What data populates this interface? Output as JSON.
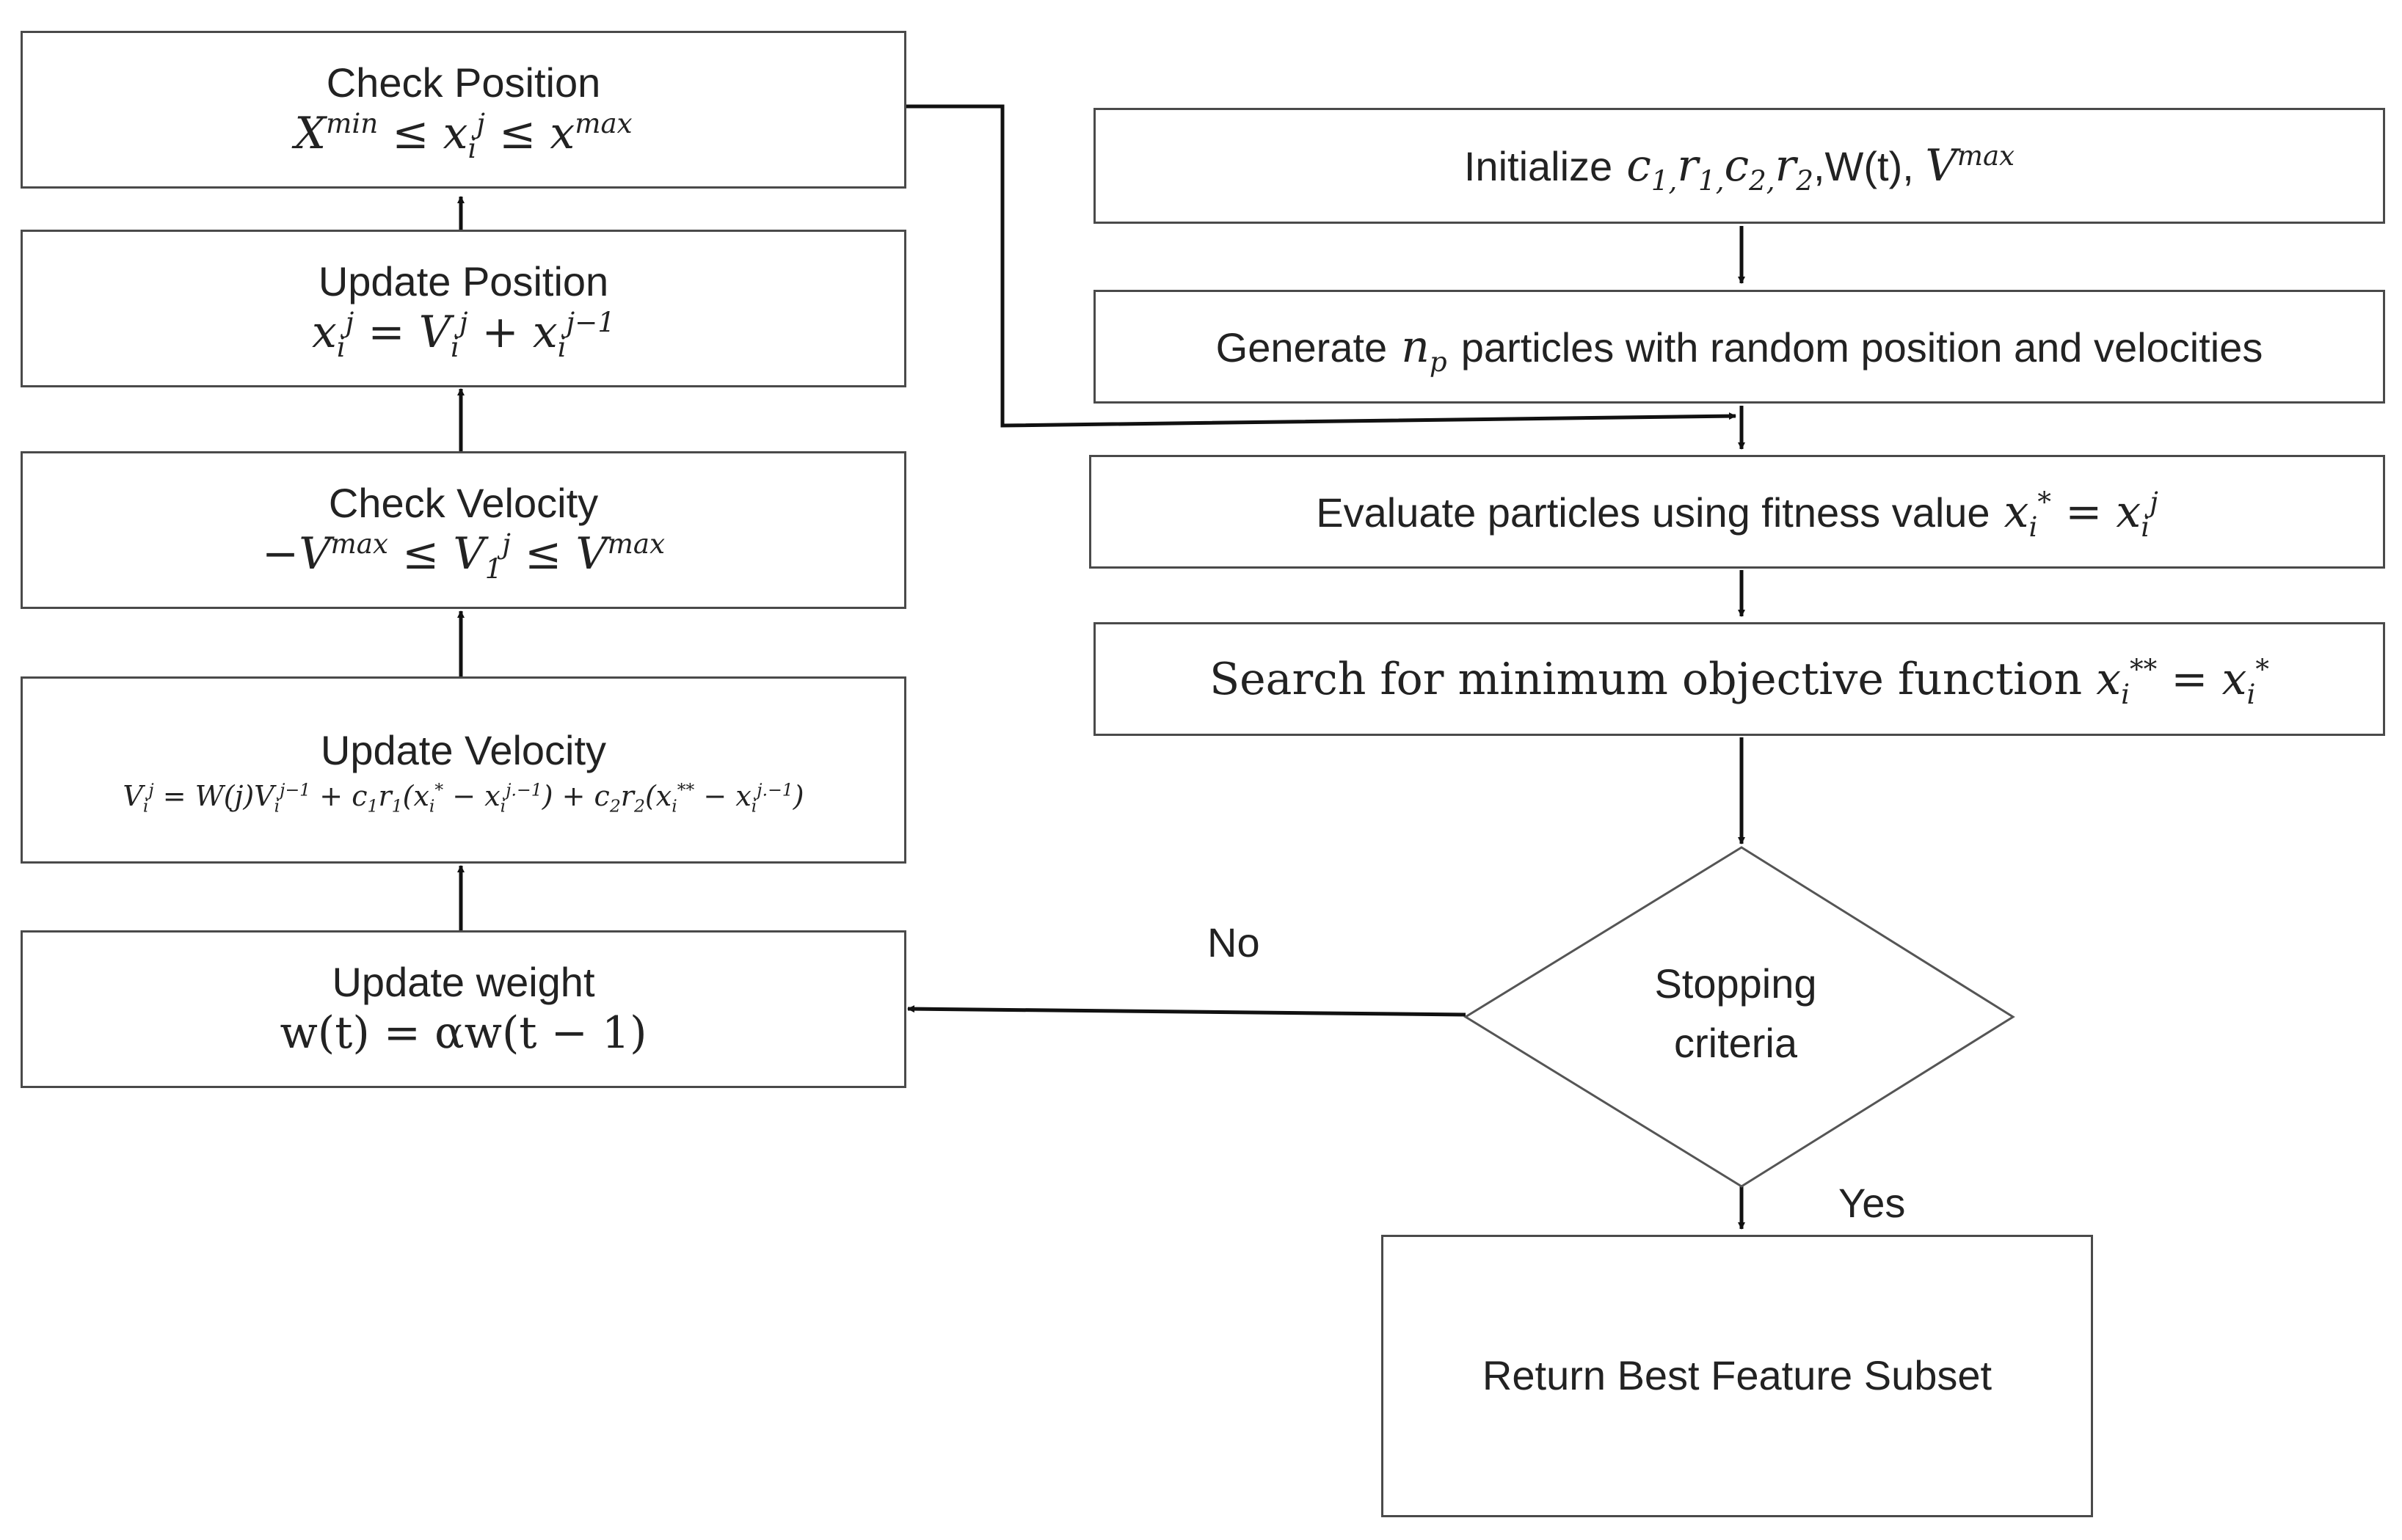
{
  "left_column": {
    "check_position": {
      "title": "Check Position"
    },
    "update_position": {
      "title": "Update Position"
    },
    "check_velocity": {
      "title": "Check Velocity"
    },
    "update_velocity": {
      "title": "Update Velocity"
    },
    "update_weight": {
      "title": "Update weight",
      "formula": "w(t) = αw(t − 1)"
    }
  },
  "right_column": {
    "initialize": {
      "prefix": "Initialize",
      "mid": ",W(t), "
    },
    "generate": {
      "prefix": "Generate",
      "suffix": "particles with random position and velocities"
    },
    "evaluate": {
      "prefix": "Evaluate particles using fitness value"
    },
    "search": {
      "prefix": "Search for minimum objective function"
    },
    "decision": {
      "line1": "Stopping",
      "line2": "criteria"
    },
    "return": {
      "title": "Return Best Feature Subset"
    }
  },
  "edges": {
    "no_label": "No",
    "yes_label": "Yes"
  }
}
